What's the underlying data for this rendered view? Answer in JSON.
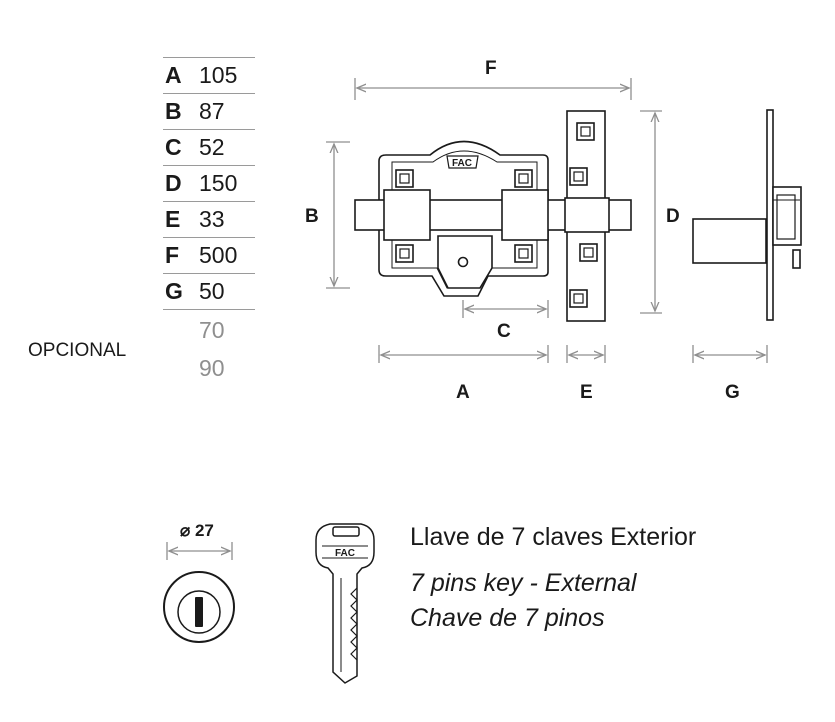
{
  "dimensions": [
    {
      "letter": "A",
      "value": "105"
    },
    {
      "letter": "B",
      "value": "87"
    },
    {
      "letter": "C",
      "value": "52"
    },
    {
      "letter": "D",
      "value": "150"
    },
    {
      "letter": "E",
      "value": "33"
    },
    {
      "letter": "F",
      "value": "500"
    },
    {
      "letter": "G",
      "value": "50"
    }
  ],
  "optional": {
    "label": "OPCIONAL",
    "values": [
      "70",
      "90"
    ]
  },
  "drawing_labels": {
    "A": "A",
    "B": "B",
    "C": "C",
    "D": "D",
    "E": "E",
    "F": "F",
    "G": "G"
  },
  "brand": "FAC",
  "cylinder": {
    "diameter_label": "⌀ 27"
  },
  "key": {
    "line1": "Llave de 7 claves Exterior",
    "line2": "7 pins key - External",
    "line3": "Chave de 7 pinos"
  },
  "colors": {
    "line": "#1a1a1a",
    "dim": "#8f8f8f",
    "muted": "#8f8f8f"
  }
}
